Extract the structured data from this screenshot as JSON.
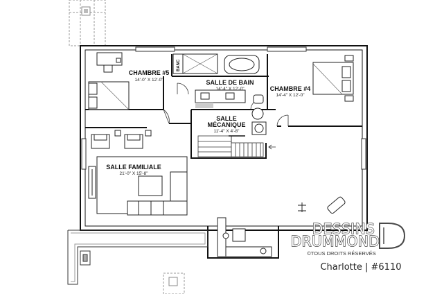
{
  "rooms": {
    "bedroom5": {
      "name": "CHAMBRE #5",
      "dims": "14'-0\" X 12'-0\""
    },
    "bathroom": {
      "name": "SALLE DE BAIN",
      "dims": "14'-4\" X 12'-0\""
    },
    "bedroom4": {
      "name": "CHAMBRE #4",
      "dims": "14'-4\" X 12'-0\""
    },
    "mechanical": {
      "name_line1": "SALLE",
      "name_line2": "MÉCANIQUE",
      "dims": "11'-4\" X 4'-8\""
    },
    "family": {
      "name": "SALLE FAMILIALE",
      "dims": "21'-0\" X 15'-8\""
    }
  },
  "labels": {
    "bench": "BANC"
  },
  "brand": {
    "line1": "DESSINS",
    "line2": "DRUMMOND",
    "rights": "©TOUS DROITS RÉSERVÉS"
  },
  "caption": "Charlotte  |  #6110",
  "colors": {
    "line": "#1a1a1a",
    "grey": "#8a8a8a",
    "fill": "#ffffff"
  }
}
